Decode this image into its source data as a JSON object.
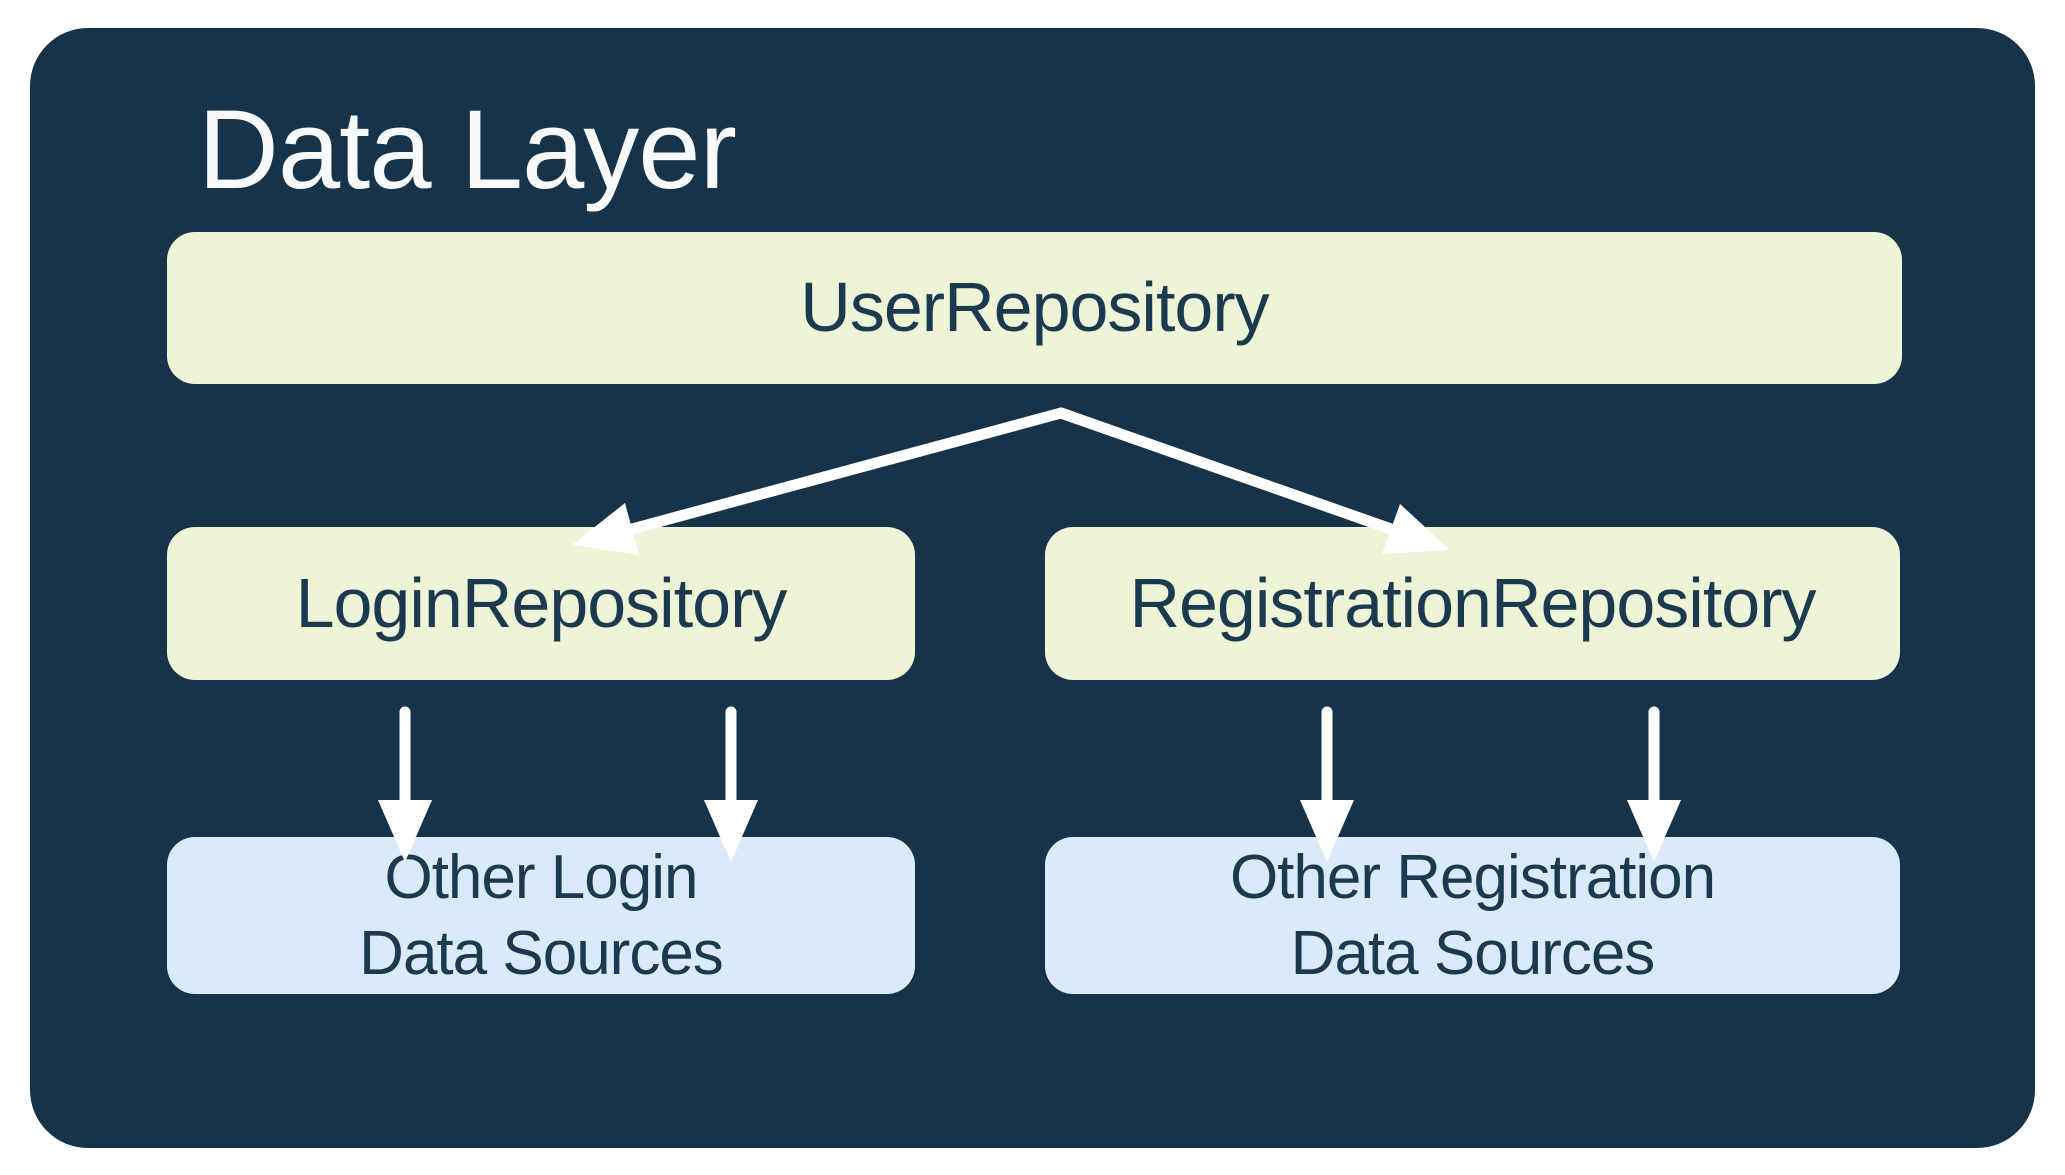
{
  "title": "Data Layer",
  "nodes": {
    "user_repository": {
      "label": "UserRepository"
    },
    "login_repository": {
      "label": "LoginRepository"
    },
    "registration_repository": {
      "label": "RegistrationRepository"
    },
    "other_login_sources": {
      "label_line1": "Other Login",
      "label_line2": "Data Sources"
    },
    "other_registration_sources": {
      "label_line1": "Other Registration",
      "label_line2": "Data Sources"
    }
  },
  "edges": [
    {
      "from": "UserRepository",
      "to": "LoginRepository"
    },
    {
      "from": "UserRepository",
      "to": "RegistrationRepository"
    },
    {
      "from": "LoginRepository",
      "to": "Other Login Data Sources"
    },
    {
      "from": "LoginRepository",
      "to": "Other Login Data Sources"
    },
    {
      "from": "RegistrationRepository",
      "to": "Other Registration Data Sources"
    },
    {
      "from": "RegistrationRepository",
      "to": "Other Registration Data Sources"
    }
  ],
  "colors": {
    "panel_background": "#17334A",
    "repository_node": "#EEF4D6",
    "data_source_node": "#DAEAFB",
    "node_text": "#1B3A50",
    "title_text": "#F7F9FA",
    "arrow": "#FFFFFF",
    "page_background": "#FFFFFF"
  }
}
